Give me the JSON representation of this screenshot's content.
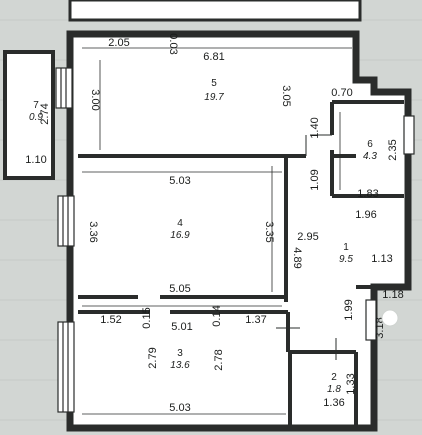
{
  "colors": {
    "background": "#d2d6d3",
    "wall": "#2a2c2b",
    "fill": "#ffffff",
    "ink": "#1b1d1c"
  },
  "rooms": [
    {
      "number": "5",
      "area": "19.7"
    },
    {
      "number": "6",
      "area": "4.3"
    },
    {
      "number": "4",
      "area": "16.9"
    },
    {
      "number": "1",
      "area": "9.5"
    },
    {
      "number": "3",
      "area": "13.6"
    },
    {
      "number": "2",
      "area": "1.8"
    },
    {
      "number": "7",
      "area": "0.9"
    }
  ],
  "dimensions": [
    "2.05",
    "0.03",
    "6.81",
    "3.00",
    "3.05",
    "0.70",
    "1.40",
    "2.35",
    "1.09",
    "1.83",
    "5.03",
    "3.36",
    "3.35",
    "4.89",
    "2.95",
    "1.96",
    "1.13",
    "5.05",
    "1.52",
    "0.15",
    "5.01",
    "0.14",
    "1.37",
    "1.99",
    "1.18",
    "2.79",
    "2.78",
    "3.18",
    "1.33",
    "5.03",
    "1.36",
    "2.74",
    "1.10"
  ]
}
